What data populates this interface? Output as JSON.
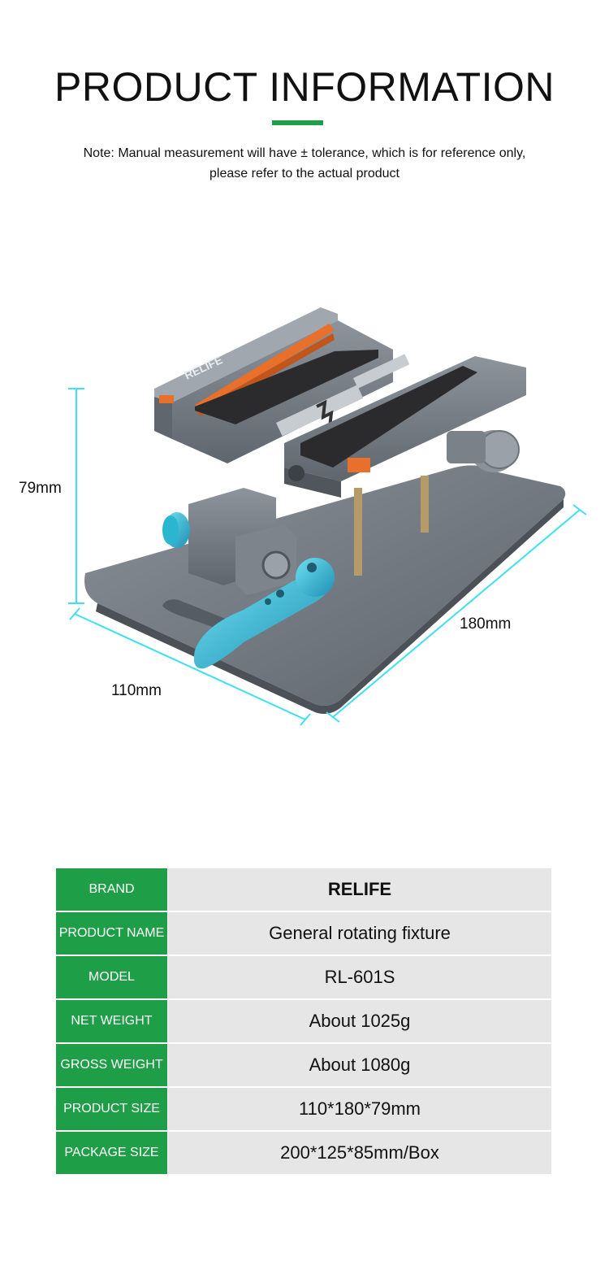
{
  "header": {
    "title": "PRODUCT INFORMATION",
    "note_line1": "Note: Manual measurement will have ± tolerance, which is for reference only,",
    "note_line2": "please refer to the actual product"
  },
  "product_image": {
    "brand_mark": "RELIFE",
    "dimensions": {
      "height": "79mm",
      "width": "110mm",
      "length": "180mm"
    },
    "colors": {
      "body": "#6d747b",
      "accent_orange": "#e8702a",
      "accent_blue": "#3cc1d6",
      "dimension_line": "#3fe0f0"
    }
  },
  "specs": {
    "rows": [
      {
        "label": "BRAND",
        "value": "RELIFE"
      },
      {
        "label": "PRODUCT NAME",
        "value": "General rotating fixture"
      },
      {
        "label": "MODEL",
        "value": "RL-601S"
      },
      {
        "label": "NET WEIGHT",
        "value": "About 1025g"
      },
      {
        "label": "GROSS WEIGHT",
        "value": "About 1080g"
      },
      {
        "label": "PRODUCT SIZE",
        "value": "110*180*79mm"
      },
      {
        "label": "PACKAGE SIZE",
        "value": "200*125*85mm/Box"
      }
    ],
    "colors": {
      "label_bg": "#1f9e48",
      "value_bg": "#e6e6e6"
    }
  }
}
